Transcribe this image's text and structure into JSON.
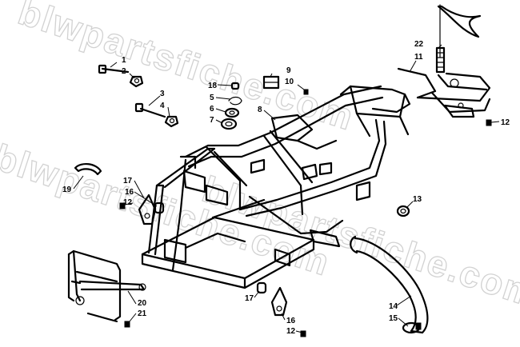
{
  "watermark": "blwpartsfiche.com",
  "callouts": [
    {
      "id": "c1",
      "label": "1"
    },
    {
      "id": "c2",
      "label": "2"
    },
    {
      "id": "c3",
      "label": "3"
    },
    {
      "id": "c4",
      "label": "4"
    },
    {
      "id": "c5",
      "label": "5"
    },
    {
      "id": "c6",
      "label": "6"
    },
    {
      "id": "c7",
      "label": "7"
    },
    {
      "id": "c8",
      "label": "8"
    },
    {
      "id": "c9",
      "label": "9"
    },
    {
      "id": "c10",
      "label": "10"
    },
    {
      "id": "c11",
      "label": "11"
    },
    {
      "id": "c12a",
      "label": "12"
    },
    {
      "id": "c12b",
      "label": "12"
    },
    {
      "id": "c12c",
      "label": "12"
    },
    {
      "id": "c13",
      "label": "13"
    },
    {
      "id": "c14",
      "label": "14"
    },
    {
      "id": "c15",
      "label": "15"
    },
    {
      "id": "c16a",
      "label": "16"
    },
    {
      "id": "c16b",
      "label": "16"
    },
    {
      "id": "c17a",
      "label": "17"
    },
    {
      "id": "c17b",
      "label": "17"
    },
    {
      "id": "c18",
      "label": "18"
    },
    {
      "id": "c19",
      "label": "19"
    },
    {
      "id": "c20",
      "label": "20"
    },
    {
      "id": "c21",
      "label": "21"
    },
    {
      "id": "c22",
      "label": "22"
    }
  ]
}
